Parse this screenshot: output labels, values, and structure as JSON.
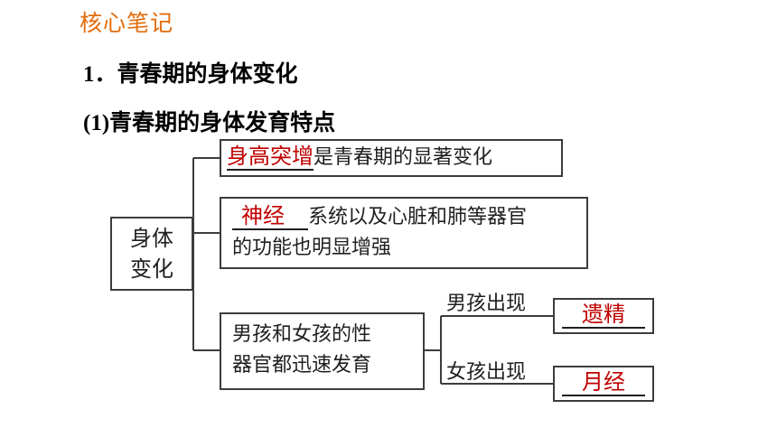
{
  "section_tag": "核心笔记",
  "heading1": {
    "number": "1",
    "text": "青春期的身体变化"
  },
  "heading2": {
    "number": "(1)",
    "text": "青春期的身体发育特点"
  },
  "root_box": {
    "line1": "身体",
    "line2": "变化"
  },
  "item1": {
    "answer": "身高突增",
    "text": "是青春期的显著变化"
  },
  "item2": {
    "answer": "神经",
    "text_line1": "系统以及心脏和肺等器官",
    "text_line2": "的功能也明显增强"
  },
  "item3": {
    "line1": "男孩和女孩的性",
    "line2": "器官都迅速发育"
  },
  "boy": {
    "label": "男孩出现",
    "answer": "遗精"
  },
  "girl": {
    "label": "女孩出现",
    "answer": "月经"
  },
  "colors": {
    "accent": "#e46c0a",
    "answer": "#c00000",
    "border": "#3c3c3c"
  }
}
